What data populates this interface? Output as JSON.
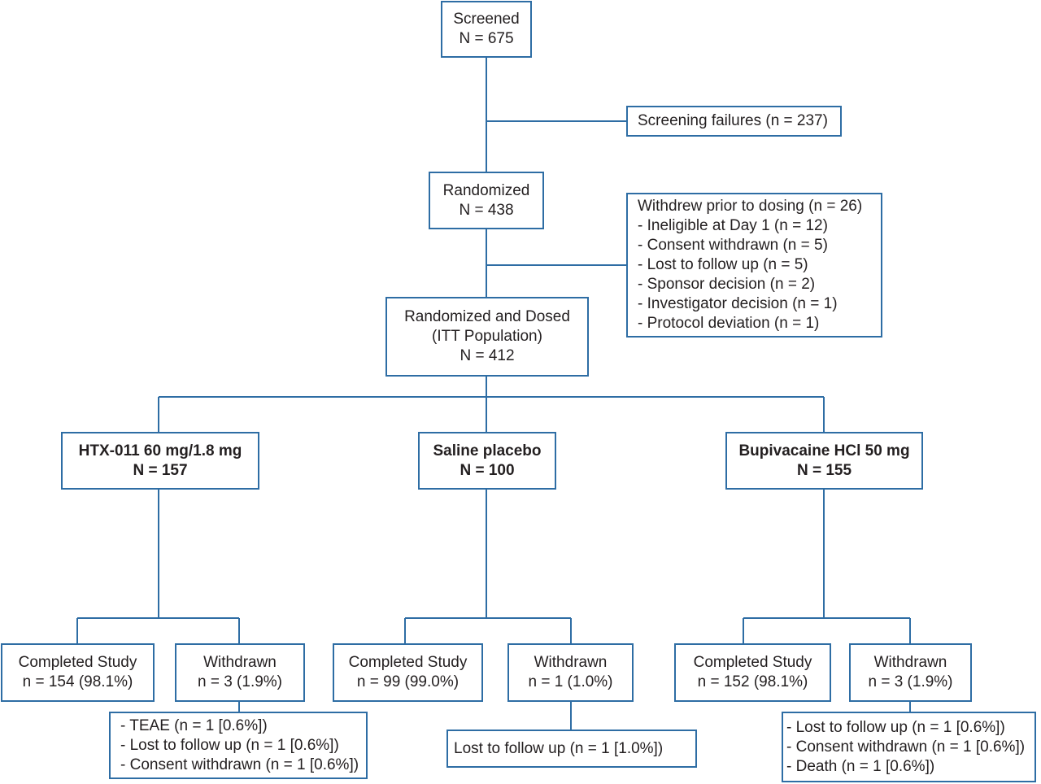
{
  "screened": {
    "title": "Screened",
    "n": "N = 675"
  },
  "screening_failures": "Screening failures (n = 237)",
  "randomized": {
    "title": "Randomized",
    "n": "N = 438"
  },
  "withdrew_prior": {
    "title": "Withdrew prior to dosing (n = 26)",
    "items": [
      "- Ineligible at Day 1 (n = 12)",
      "- Consent withdrawn (n = 5)",
      "- Lost to follow up (n = 5)",
      "- Sponsor decision (n = 2)",
      "- Investigator decision (n = 1)",
      "- Protocol deviation (n = 1)"
    ]
  },
  "dosed": {
    "title": "Randomized and Dosed",
    "subtitle": "(ITT Population)",
    "n": "N = 412"
  },
  "arms": [
    {
      "name": "HTX-011 60 mg/1.8 mg",
      "n": "N = 157",
      "completed": {
        "title": "Completed Study",
        "n": "n = 154 (98.1%)"
      },
      "withdrawn": {
        "title": "Withdrawn",
        "n": "n = 3 (1.9%)"
      },
      "reasons": [
        "- TEAE (n = 1 [0.6%])",
        "- Lost to follow up (n = 1 [0.6%])",
        "- Consent withdrawn (n = 1 [0.6%])"
      ]
    },
    {
      "name": "Saline placebo",
      "n": "N = 100",
      "completed": {
        "title": "Completed Study",
        "n": "n = 99 (99.0%)"
      },
      "withdrawn": {
        "title": "Withdrawn",
        "n": "n = 1 (1.0%)"
      },
      "reasons": [
        "Lost to follow up (n = 1 [1.0%])"
      ]
    },
    {
      "name": "Bupivacaine HCl 50 mg",
      "n": "N = 155",
      "completed": {
        "title": "Completed Study",
        "n": "n = 152 (98.1%)"
      },
      "withdrawn": {
        "title": "Withdrawn",
        "n": "n = 3 (1.9%)"
      },
      "reasons": [
        "- Lost to follow up (n = 1 [0.6%])",
        "- Consent withdrawn (n = 1 [0.6%])",
        "- Death (n = 1 [0.6%])"
      ]
    }
  ]
}
